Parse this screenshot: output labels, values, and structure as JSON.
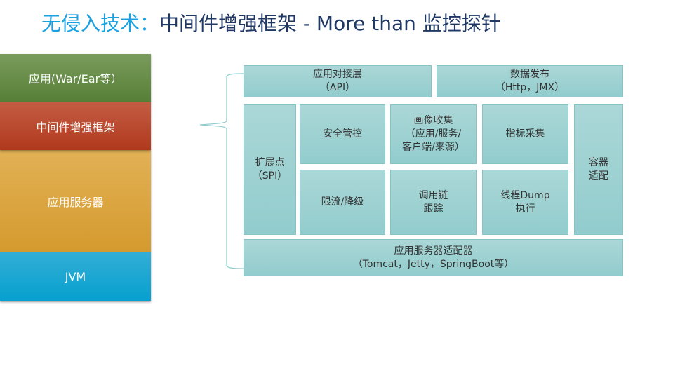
{
  "title": {
    "prefix": "无侵入技术：",
    "main": "中间件增强框架 - More than 监控探针",
    "prefix_color": "#1ba1e2",
    "main_color": "#1f3864"
  },
  "stack": {
    "layers": [
      {
        "label": "应用(War/Ear等）",
        "color": "#6a8f4a"
      },
      {
        "label": "中间件增强框架",
        "color": "#bb4a2f"
      },
      {
        "label": "应用服务器",
        "color": "#dca640"
      },
      {
        "label": "JVM",
        "color": "#1ca8d2"
      }
    ]
  },
  "framework": {
    "box_color": "#9fd1d2",
    "top": [
      {
        "line1": "应用对接层",
        "line2": "（API）"
      },
      {
        "line1": "数据发布",
        "line2": "（Http，JMX）"
      }
    ],
    "spi": {
      "line1": "扩展点",
      "line2": "（SPI）"
    },
    "grid": [
      {
        "line1": "安全管控"
      },
      {
        "line1": "画像收集",
        "line2": "（应用/服务/",
        "line3": "客户端/来源）"
      },
      {
        "line1": "指标采集"
      },
      {
        "line1": "限流/降级"
      },
      {
        "line1": "调用链",
        "line2": "跟踪"
      },
      {
        "line1": "线程Dump",
        "line2": "执行"
      }
    ],
    "container": {
      "line1": "容器",
      "line2": "适配"
    },
    "bottom": {
      "line1": "应用服务器适配器",
      "line2": "（Tomcat，Jetty，SpringBoot等）"
    }
  }
}
